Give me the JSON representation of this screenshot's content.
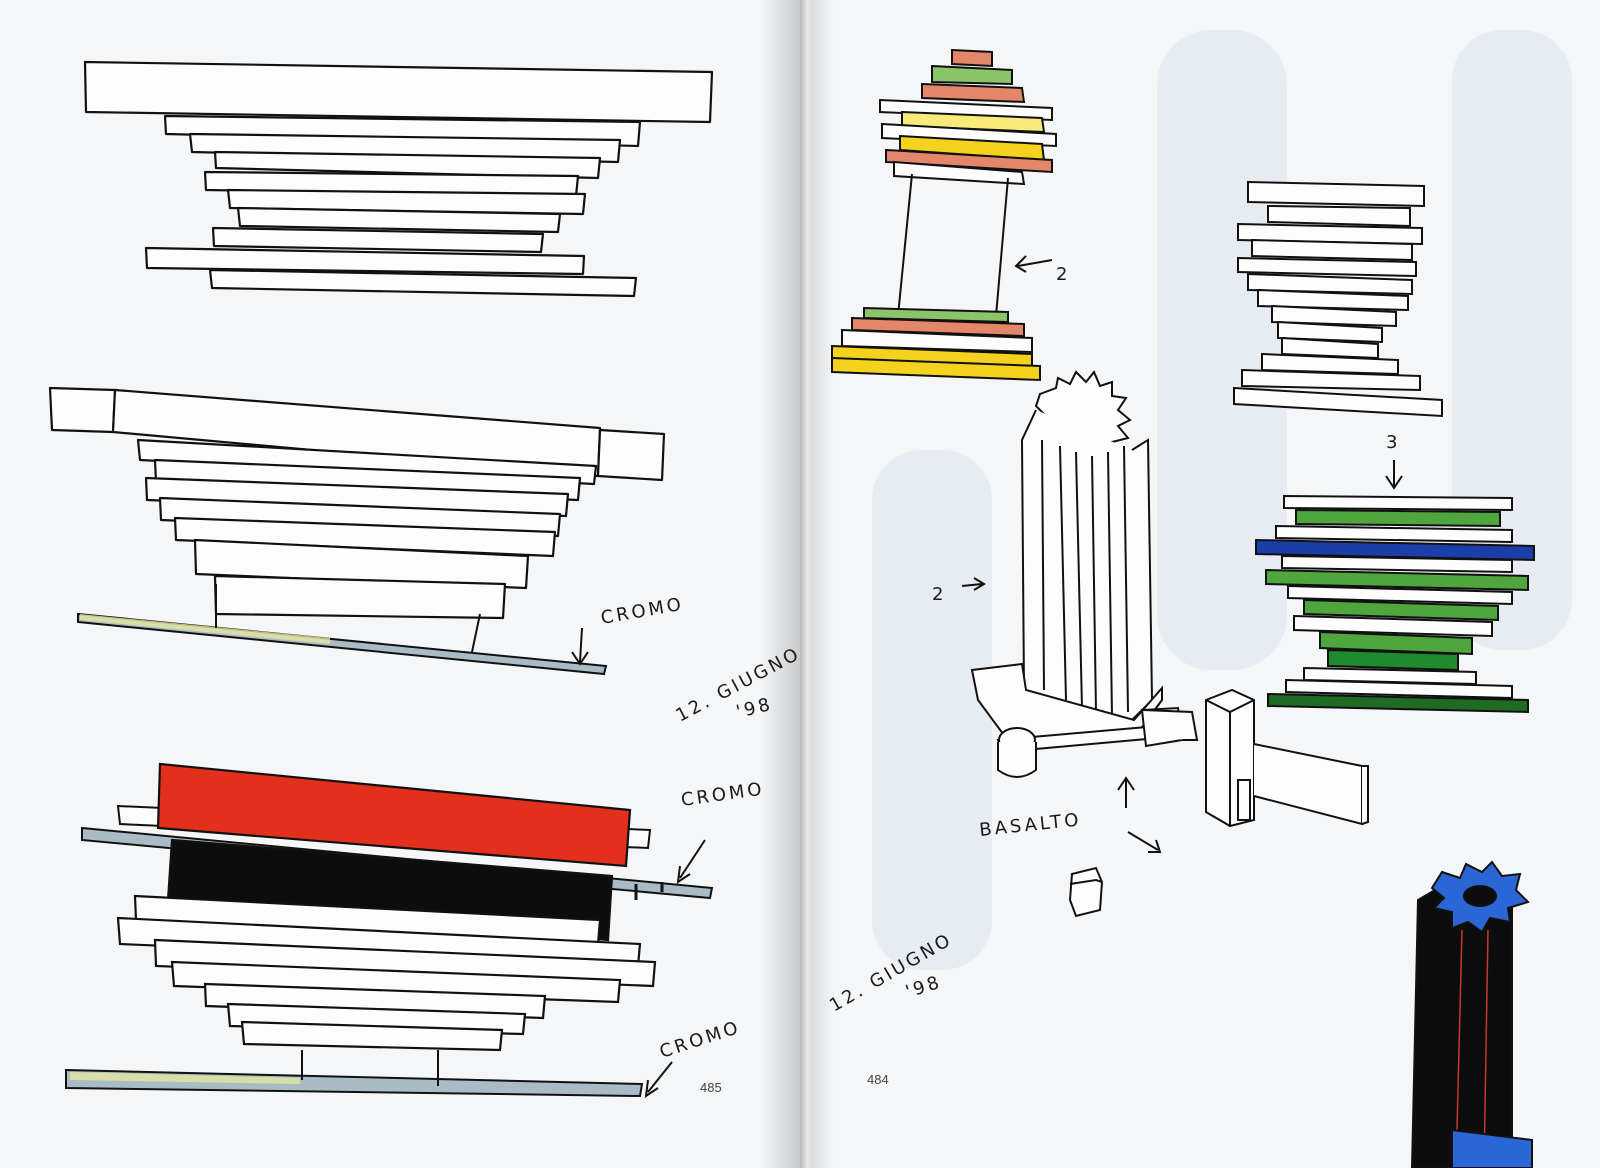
{
  "left_page": {
    "labels": {
      "cromo_1": "CROMO",
      "cromo_2": "CROMO",
      "cromo_3": "CROMO",
      "date_day": "12. GIUGNO",
      "date_year": "'98"
    },
    "page_number": "485"
  },
  "right_page": {
    "labels": {
      "arrow_2_top": "2",
      "arrow_2_mid": "2",
      "arrow_3": "3",
      "basalto": "BASALTO",
      "date_day": "12. GIUGNO",
      "date_year": "'98"
    },
    "page_number": "484"
  },
  "colors": {
    "paper": "#f4f6f8",
    "ink": "#111111",
    "red": "#e2301c",
    "black": "#0d0d0d",
    "chrome": "#9fb2bf",
    "salmon": "#e4866a",
    "yellow": "#f5d21e",
    "pale_yellow": "#f7ea7a",
    "lime": "#8cc46a",
    "green": "#4fa63c",
    "dark_green": "#1f6b24",
    "blue": "#1b3fa8",
    "bright_blue": "#2a66d6"
  }
}
